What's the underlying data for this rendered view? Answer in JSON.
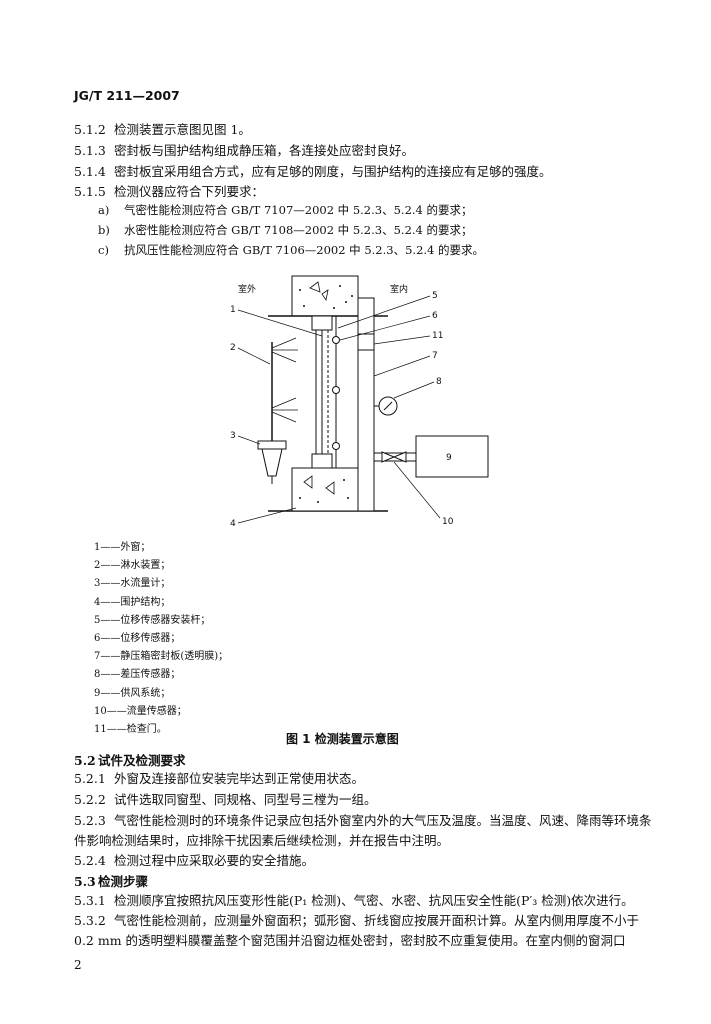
{
  "header": {
    "code": "JG/T 211—2007"
  },
  "clauses_top": [
    {
      "num": "5.1.2",
      "text": "检测装置示意图见图 1。"
    },
    {
      "num": "5.1.3",
      "text": "密封板与围护结构组成静压箱，各连接处应密封良好。"
    },
    {
      "num": "5.1.4",
      "text": "密封板宜采用组合方式，应有足够的刚度，与围护结构的连接应有足够的强度。"
    },
    {
      "num": "5.1.5",
      "text": "检测仪器应符合下列要求："
    }
  ],
  "list": [
    {
      "label": "a)",
      "text": "气密性能检测应符合 GB/T 7107—2002 中 5.2.3、5.2.4 的要求；"
    },
    {
      "label": "b)",
      "text": "水密性能检测应符合 GB/T 7108—2002 中 5.2.3、5.2.4 的要求；"
    },
    {
      "label": "c)",
      "text": "抗风压性能检测应符合 GB/T 7106—2002 中 5.2.3、5.2.4 的要求。"
    }
  ],
  "figure": {
    "label_outdoor": "室外",
    "label_indoor": "室内",
    "callouts": [
      "1",
      "2",
      "3",
      "4",
      "5",
      "6",
      "7",
      "8",
      "9",
      "10",
      "11"
    ]
  },
  "legend": [
    "1——外窗；",
    "2——淋水装置；",
    "3——水流量计；",
    "4——围护结构；",
    "5——位移传感器安装杆；",
    "6——位移传感器；",
    "7——静压箱密封板(透明膜)；",
    "8——差压传感器；",
    "9——供风系统；",
    "10——流量传感器；",
    "11——检查门。"
  ],
  "caption": "图 1  检测装置示意图",
  "section_52": {
    "num": "5.2",
    "title": "试件及检测要求"
  },
  "clauses_52": [
    {
      "num": "5.2.1",
      "text": "外窗及连接部位安装完毕达到正常使用状态。"
    },
    {
      "num": "5.2.2",
      "text": "试件选取同窗型、同规格、同型号三樘为一组。"
    }
  ],
  "clause_523": {
    "num": "5.2.3",
    "line1": "气密性能检测时的环境条件记录应包括外窗室内外的大气压及温度。当温度、风速、降雨等环境条",
    "line2": "件影响检测结果时，应排除干扰因素后继续检测，并在报告中注明。"
  },
  "clause_524": {
    "num": "5.2.4",
    "text": "检测过程中应采取必要的安全措施。"
  },
  "section_53": {
    "num": "5.3",
    "title": "检测步骤"
  },
  "clause_531": {
    "num": "5.3.1",
    "text": "检测顺序宜按照抗风压变形性能(P₁ 检测)、气密、水密、抗风压安全性能(P′₃ 检测)依次进行。"
  },
  "clause_532": {
    "num": "5.3.2",
    "line1": "气密性能检测前，应测量外窗面积；弧形窗、折线窗应按展开面积计算。从室内侧用厚度不小于",
    "line2": "0.2 mm 的透明塑料膜覆盖整个窗范围并沿窗边框处密封，密封胶不应重复使用。在室内侧的窗洞口"
  },
  "page_number": "2"
}
